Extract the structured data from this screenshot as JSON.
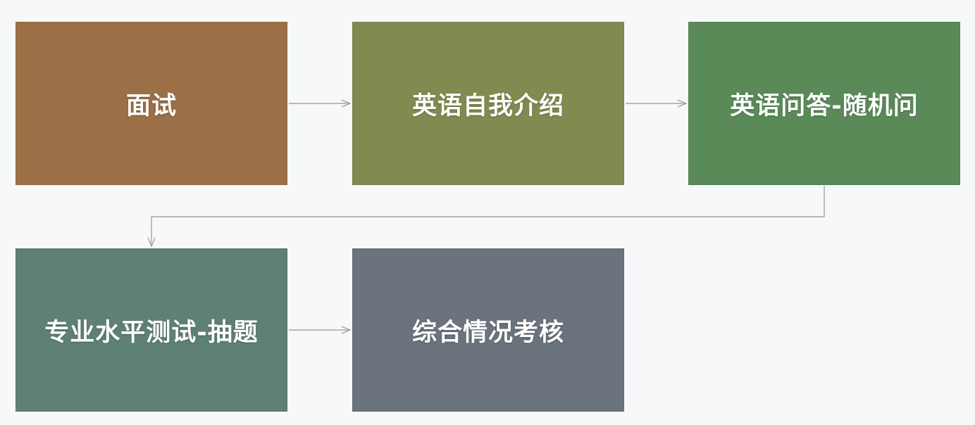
{
  "diagram": {
    "steps": [
      {
        "id": "b1",
        "label": "面试",
        "color": "#9b7047"
      },
      {
        "id": "b2",
        "label": "英语自我介绍",
        "color": "#7f8b50"
      },
      {
        "id": "b3",
        "label": "英语问答-随机问",
        "color": "#5b8a59"
      },
      {
        "id": "b4",
        "label": "专业水平测试-抽题",
        "color": "#5f8075"
      },
      {
        "id": "b5",
        "label": "综合情况考核",
        "color": "#6b737d"
      }
    ],
    "connector_color": "#a9a3a3"
  }
}
